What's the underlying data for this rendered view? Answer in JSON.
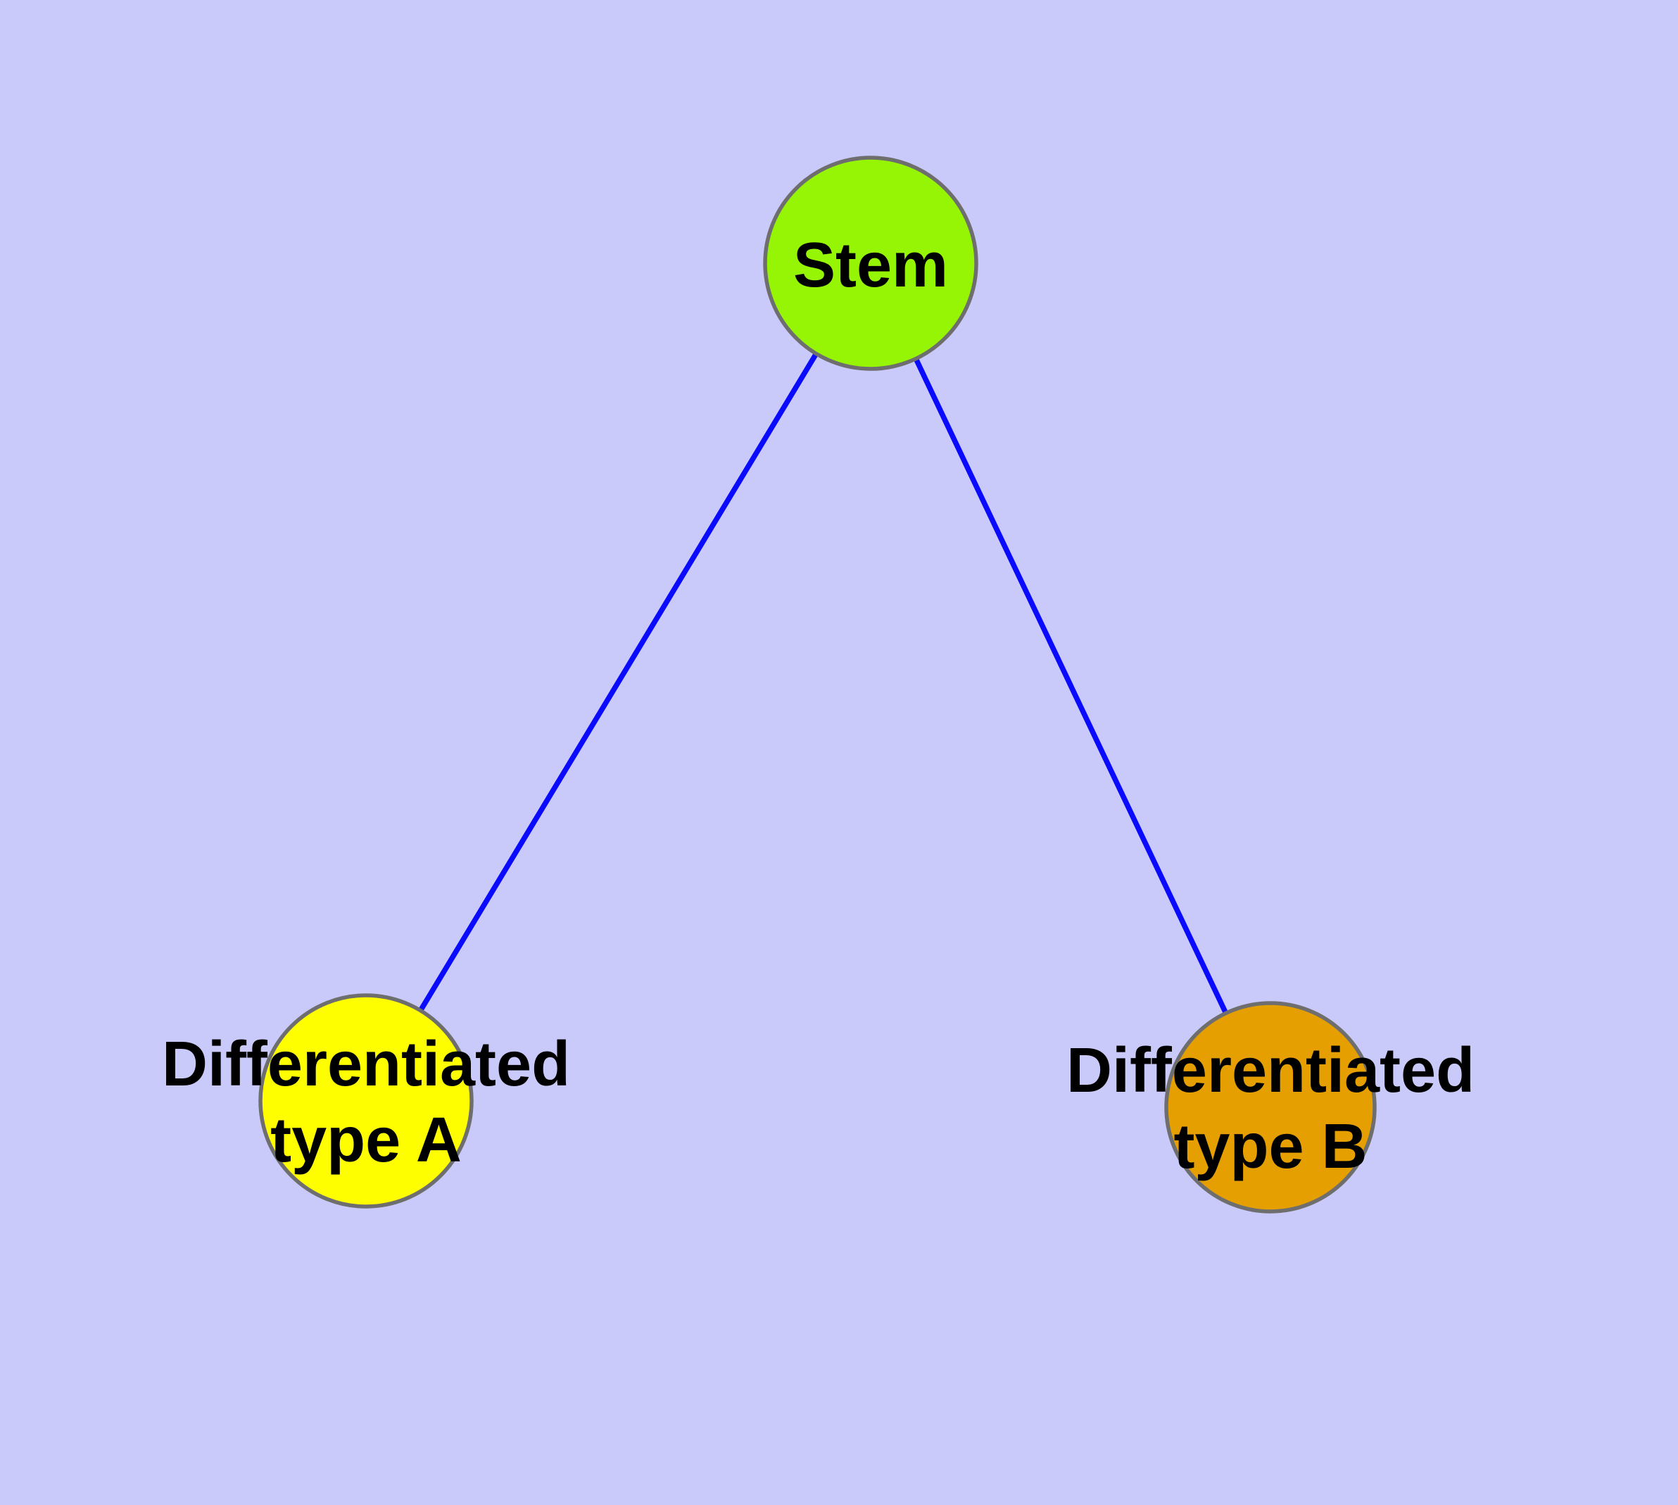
{
  "diagram": {
    "type": "node-link-graph",
    "background_color": "#CACAFA",
    "edge_color": "#0A0AFF",
    "node_border_color": "#6E6E6E",
    "text_color": "#000000",
    "nodes": [
      {
        "id": "stem",
        "label": "Stem",
        "color": "#96F505"
      },
      {
        "id": "type-a",
        "label": "Differentiated\ntype A",
        "color": "#FEFE00"
      },
      {
        "id": "type-b",
        "label": "Differentiated\ntype B",
        "color": "#E69F00"
      }
    ],
    "edges": [
      {
        "from": "stem",
        "to": "type-a"
      },
      {
        "from": "stem",
        "to": "type-b"
      }
    ]
  }
}
